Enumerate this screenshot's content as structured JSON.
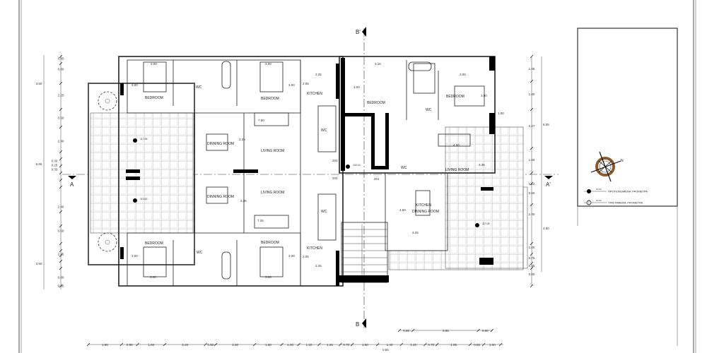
{
  "section_marks": {
    "b_top": "B'",
    "b_bottom": "B",
    "a_left": "A",
    "a_right": "A'"
  },
  "rooms": {
    "upper_left": {
      "bedroom1": "BEDROOM",
      "bedroom2": "BEDROOM",
      "wc": "WC",
      "kitchen": "KITCHEN",
      "dining": "DINNING ROOM",
      "living": "LIVING ROOM",
      "wc2": "WC"
    },
    "lower_left": {
      "bedroom1": "BEDROOM",
      "bedroom2": "BEDROOM",
      "wc": "WC",
      "kitchen": "KITCHEN",
      "dining": "DINNING ROOM",
      "living": "LIVING ROOM",
      "wc2": "WC"
    },
    "right": {
      "bedroom1": "BEDROOM",
      "bedroom2": "BEDROOM",
      "wc": "WC",
      "wc2": "WC",
      "living": "LIVING ROOM",
      "kitchen": "KITCHEN",
      "dining": "DINNING ROOM"
    },
    "doors": {
      "d203": "203",
      "d202": "202",
      "d201": "201"
    }
  },
  "inner_dims": {
    "ul_bed1_w": "3.00",
    "ul_bed1_h": "3.00",
    "ul_bed2_w": "3.00",
    "ul_bed2_h": "3.00",
    "ul_kit_w": "2.25",
    "ul_kit_h": "2.05",
    "ul_living_w": "7.50",
    "ul_living_h": "3.35",
    "ll_bed1_w": "3.00",
    "ll_bed1_h": "3.00",
    "ll_bed2_w": "3.00",
    "ll_bed2_h": "3.00",
    "ll_kit_w": "2.25",
    "ll_kit_h": "2.05",
    "ll_living_w": "7.25",
    "ll_living_h": "3.35",
    "r_bed1_w": "3.15",
    "r_bed1_h": "3.00",
    "r_bed2_w": "3.00",
    "r_bed2_h": "3.00",
    "r_gap": "1.00",
    "r_living_w": "4.50",
    "r_living_h": "3.35",
    "r_kit_h": "4.50",
    "r_kit_w": "3.25"
  },
  "levels": {
    "terrace_upper": "117.06",
    "terrace_lower": "110.00",
    "lobby": "102.10",
    "terrace_right": "117.06"
  },
  "left_dims_inner": [
    "0.45",
    "0.80",
    "2.25",
    "0.50",
    "2.40",
    "0.30",
    "0.25",
    "0.30",
    "2.40",
    "0.50",
    "2.25",
    "0.80",
    "0.45"
  ],
  "left_dims_outer": [
    "3.50",
    "6.65",
    "3.50"
  ],
  "right_dims_inner": [
    "1.45",
    "1.60",
    "2.27",
    "1.60",
    "1.12",
    "0.50",
    "2.40",
    "1.00",
    "0.75",
    "0.35",
    "0.60"
  ],
  "right_dims_outer": [
    "8.05",
    "4.50"
  ],
  "bottom_dims": [
    "1.95",
    "0.95",
    "1.60",
    "2.40",
    "0.60",
    "2.30",
    "1.60",
    "1.00",
    "1.20",
    "1.25",
    "0.70",
    "1.50",
    "1.40",
    "1.40",
    "0.70",
    "1.95",
    "0.80",
    "1.00"
  ],
  "bottom_dims_top": [
    "0.80",
    "3.85",
    "0.80"
  ],
  "bottom_dim_extra": "0.55",
  "legend": {
    "proposed_value": "±0.00",
    "proposed_label": "ΠΡΟΤΕΙΝΟΜΕΝΑ ΥΨΟΜΕΤΡΑ",
    "existing_value": "±0.00",
    "existing_label": "ΥΦΙΣΤΑΜΕΝΑ ΥΨΟΜΕΤΡΑ",
    "north": "N"
  },
  "colors": {
    "compass": "#8b5a2b",
    "line": "#222222"
  }
}
